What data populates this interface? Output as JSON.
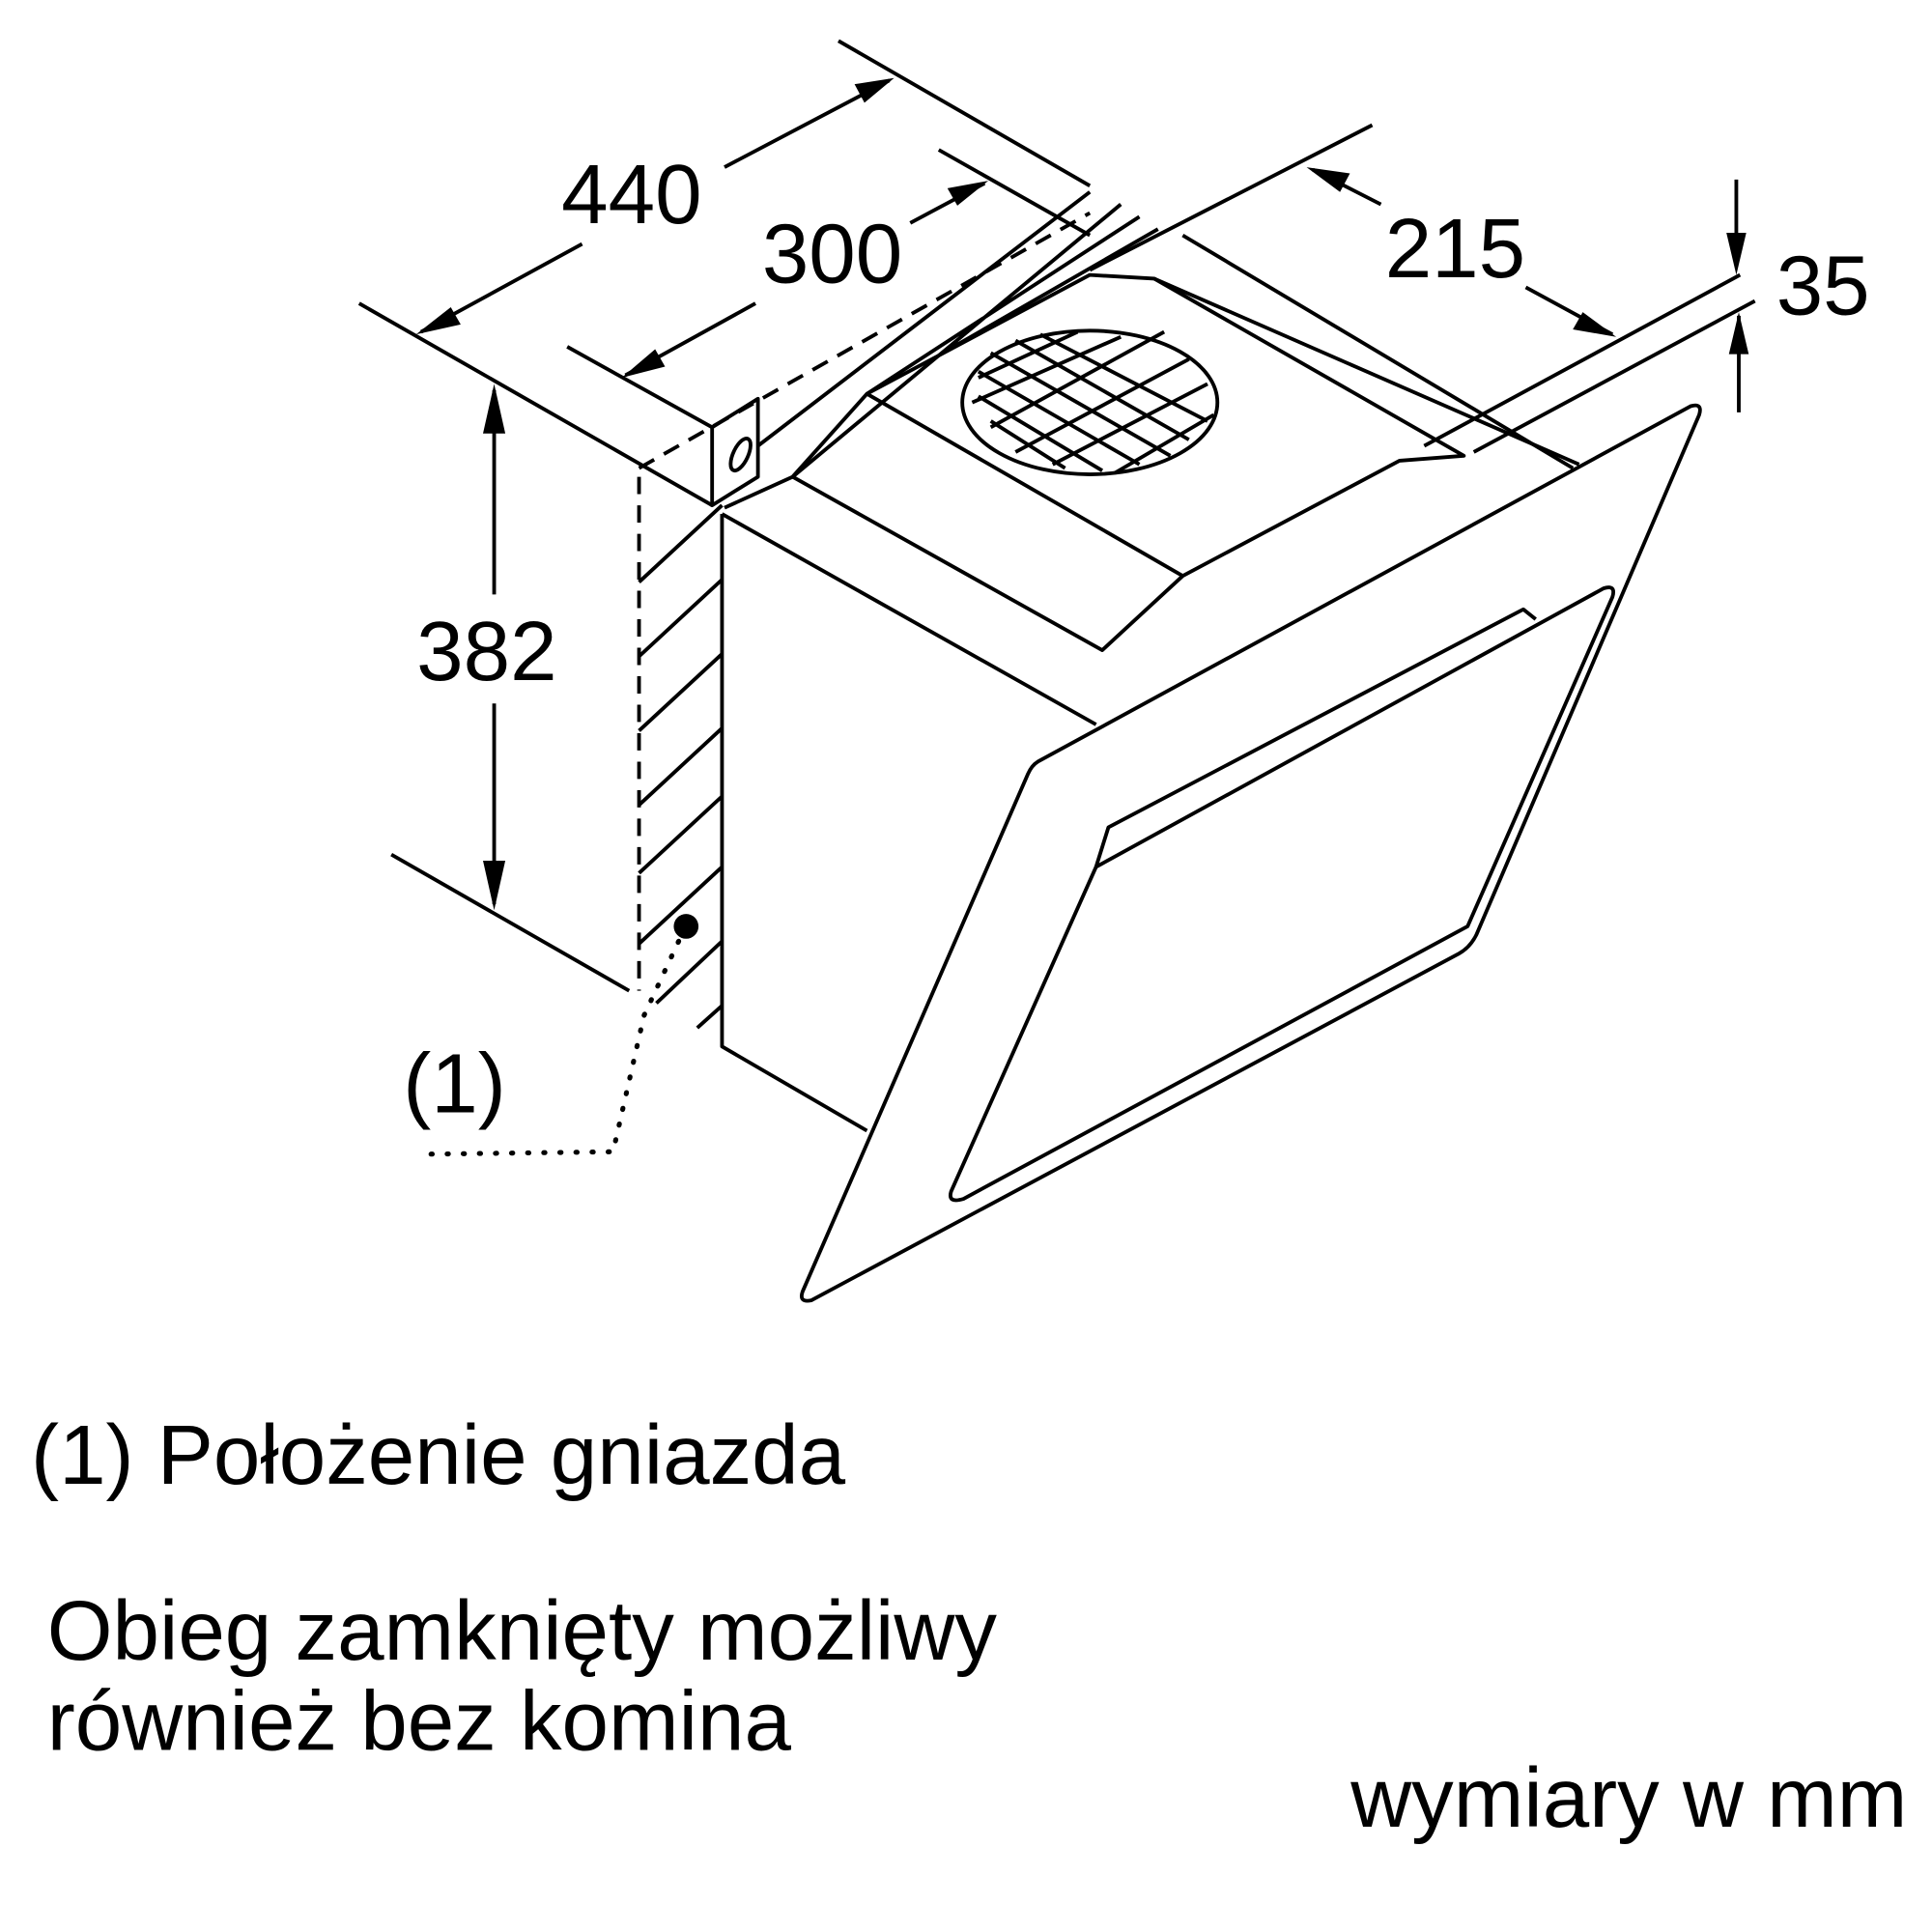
{
  "dimensions": {
    "width": "440",
    "depth": "300",
    "offset": "215",
    "thickness": "35",
    "height": "382"
  },
  "callout": "(1)",
  "legend": {
    "item1": "(1) Położenie gniazda",
    "note_line1": "Obieg zamknięty możliwy",
    "note_line2": "również bez komina",
    "units": "wymiary w mm"
  }
}
